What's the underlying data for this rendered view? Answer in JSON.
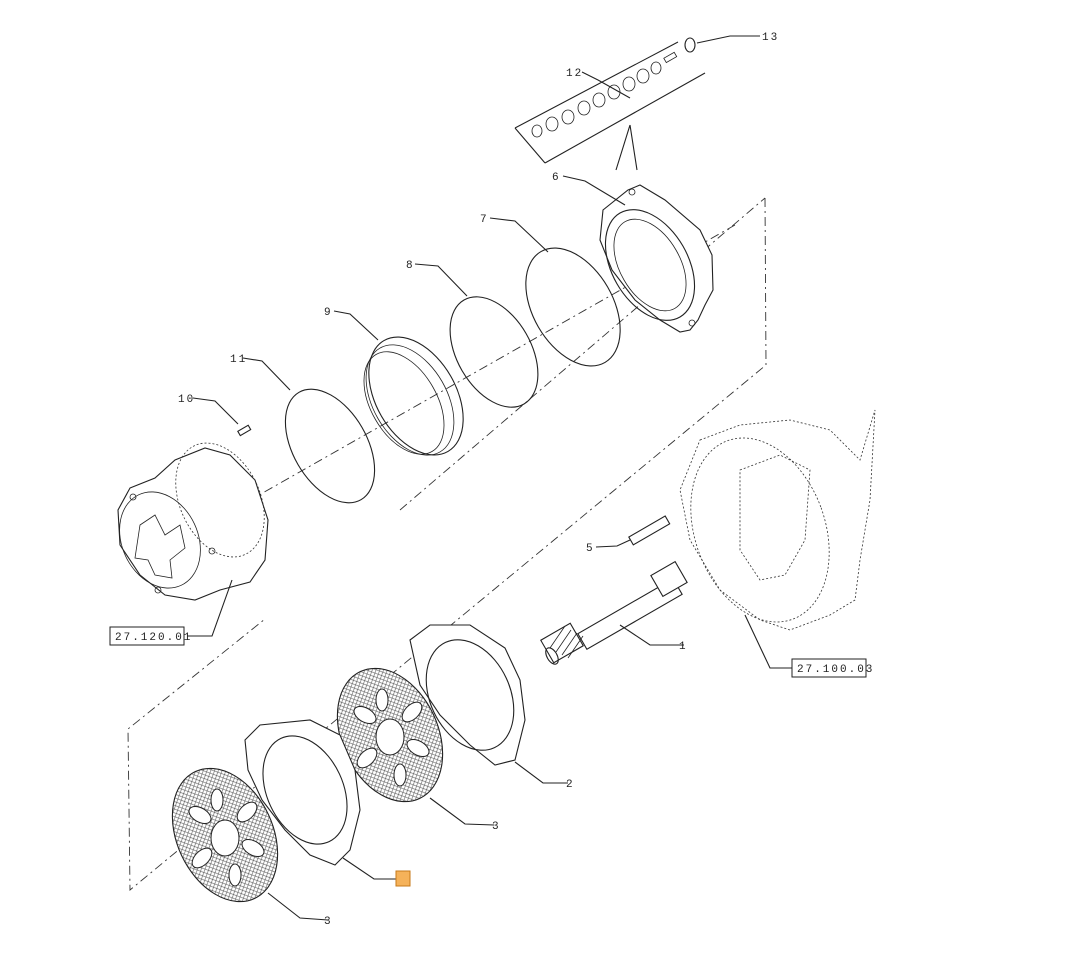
{
  "callouts": {
    "c1": "1",
    "c2": "2",
    "c3a": "3",
    "c3b": "3",
    "c5": "5",
    "c6": "6",
    "c7": "7",
    "c8": "8",
    "c9": "9",
    "c10": "10",
    "c11": "11",
    "c12": "12",
    "c13": "13"
  },
  "references": {
    "left": "27.120.01",
    "right": "27.100.03"
  },
  "highlight_marker": {
    "color": "#f5b25a"
  }
}
